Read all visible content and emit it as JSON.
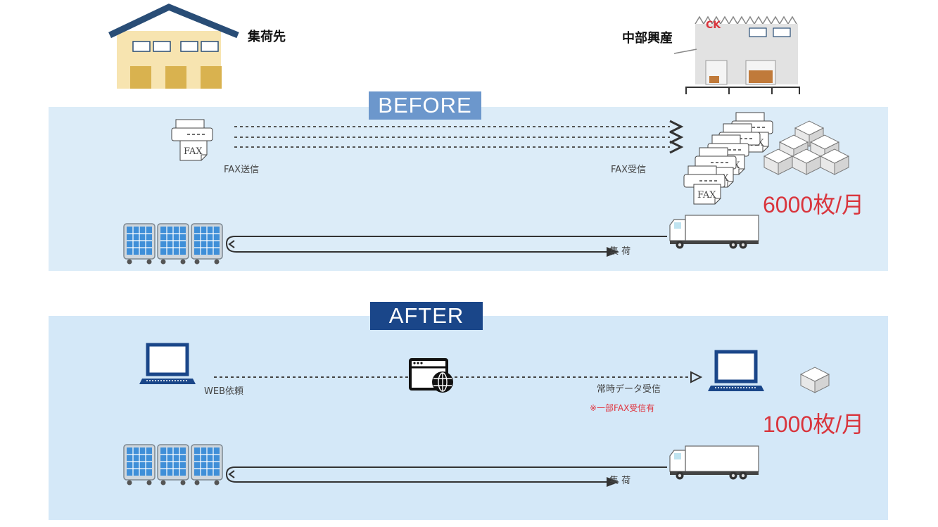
{
  "header": {
    "shipper_label": "集荷先",
    "company_label": "中部興産",
    "company_logo_text": "CK"
  },
  "before": {
    "badge": "BEFORE",
    "fax_send_label": "FAX送信",
    "fax_receive_label": "FAX受信",
    "fax_doc_text": "FAX",
    "volume": "6000枚/月",
    "pickup_label": "集 荷"
  },
  "after": {
    "badge": "AFTER",
    "web_request_label": "WEB依頼",
    "receive_label": "常時データ受信",
    "note": "※一部FAX受信有",
    "volume": "1000枚/月",
    "pickup_label": "集 荷"
  },
  "colors": {
    "before_badge": "#6c97cc",
    "after_badge": "#1a4689",
    "panel_bg": "#dcecf8",
    "accent_red": "#d9353d",
    "cart_blue": "#3f8fd8",
    "laptop_blue": "#1a4689"
  }
}
